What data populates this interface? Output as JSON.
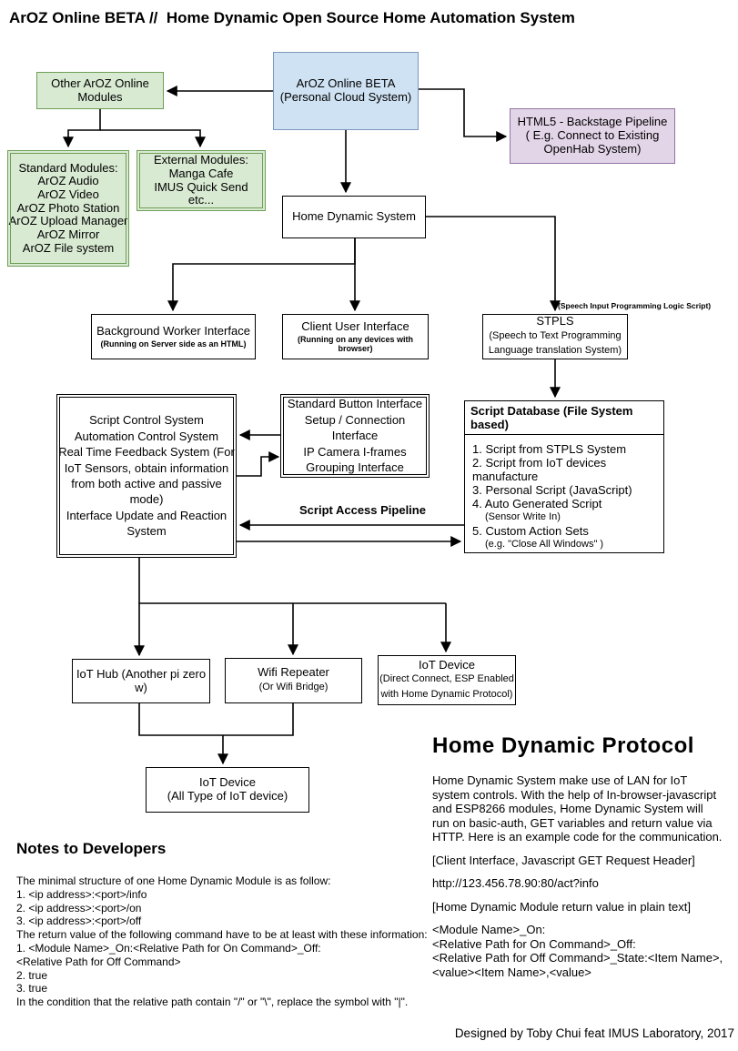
{
  "title": "ArOZ Online BETA //  Home Dynamic Open Source Home Automation System",
  "nodes": {
    "aroz_online": {
      "text": "ArOZ Online BETA\n(Personal Cloud System)"
    },
    "other_modules": {
      "text": "Other ArOZ Online\nModules"
    },
    "standard_modules": {
      "text": "Standard Modules:\nArOZ Audio\nArOZ Video\nArOZ Photo Station\nArOZ Upload Manager\nArOZ Mirror\nArOZ File system"
    },
    "external_modules": {
      "text": "External Modules:\nManga Cafe\nIMUS Quick Send\netc..."
    },
    "html5_pipeline": {
      "text": "HTML5 - Backstage Pipeline\n( E.g. Connect to Existing\nOpenHab System)"
    },
    "home_dynamic": {
      "text": "Home Dynamic System"
    },
    "background_worker": {
      "label": "Background Worker Interface",
      "sublabel": "(Running on Server side as an HTML)"
    },
    "client_ui": {
      "label": "Client User Interface",
      "sublabel": "(Running on any devices with browser)"
    },
    "stpls": {
      "label": "STPLS",
      "sublabel": "(Speech to Text Programming\nLanguage translation System)",
      "note": "(Speech Input Programming Logic Script)"
    },
    "script_control": {
      "text": "Script Control System\nAutomation Control System\nReal Time Feedback System (For\nIoT Sensors, obtain information\nfrom both active and passive\nmode)\nInterface Update and Reaction\nSystem"
    },
    "button_interface": {
      "text": "Standard Button Interface\nSetup / Connection Interface\nIP Camera I-frames\nGrouping Interface"
    },
    "script_database": {
      "header": "Script Database (File System based)",
      "items": [
        "1. Script from STPLS System",
        "2. Script from IoT devices manufacture",
        "3. Personal Script (JavaScript)",
        "4. Auto Generated Script",
        "(Sensor Write In)",
        "5. Custom Action Sets",
        "(e.g. \"Close All Windows\" )"
      ]
    },
    "script_access_pipeline_label": "Script Access Pipeline",
    "iot_hub": {
      "text": "IoT Hub (Another pi zero w)"
    },
    "wifi_repeater": {
      "label": "Wifi Repeater",
      "sublabel": "(Or Wifi Bridge)"
    },
    "iot_device_direct": {
      "label": "IoT Device",
      "sublabel": "(Direct Connect, ESP Enabled\nwith Home Dynamic Protocol)"
    },
    "iot_device_all": {
      "text": "IoT Device\n(All Type of IoT device)"
    }
  },
  "notes": {
    "heading": "Notes to Developers",
    "body": "The minimal structure of one Home Dynamic Module is as follow:\n1. <ip address>:<port>/info\n2. <ip address>:<port>/on\n3. <ip address>:<port>/off\nThe return value of the following command have to be at least with these information:\n1. <Module Name>_On:<Relative Path for On Command>_Off:\n<Relative Path for Off Command>\n2. true\n3. true\nIn the condition that the relative path contain \"/\" or \"\\\", replace the symbol with \"|\"."
  },
  "protocol": {
    "heading": "Home Dynamic Protocol",
    "intro": "Home Dynamic System make use of LAN for IoT\nsystem controls. With the help of In-browser-javascript\nand ESP8266 modules, Home Dynamic System will\nrun on basic-auth, GET variables and return value via\nHTTP. Here is an example code for the communication.",
    "request_label": "[Client Interface, Javascript GET Request Header]",
    "request_url": "http://123.456.78.90:80/act?info",
    "return_label": "[Home Dynamic Module return value in plain text]",
    "return_format": "<Module Name>_On:\n<Relative Path for On Command>_Off:\n<Relative Path for Off Command>_State:<Item Name>,\n<value><Item Name>,<value>"
  },
  "footer": "Designed by Toby Chui feat IMUS Laboratory, 2017",
  "colors": {
    "blue_fill": "#cfe2f3",
    "blue_border": "#7b96bd",
    "green_fill": "#d9ead3",
    "green_border": "#6f9e55",
    "purple_fill": "#e3d5e8",
    "purple_border": "#9673a6",
    "line": "#000000"
  }
}
